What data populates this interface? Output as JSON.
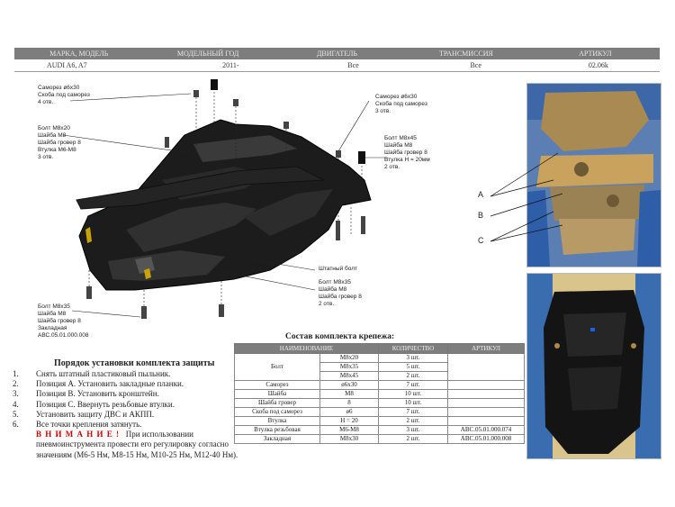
{
  "header": {
    "columns": [
      "МАРКА, МОДЕЛЬ",
      "МОДЕЛЬНЫЙ ГОД",
      "ДВИГАТЕЛЬ",
      "ТРАНСМИССИЯ",
      "АРТИКУЛ"
    ],
    "values": [
      "AUDI  A6, A7",
      "2011-",
      "Все",
      "Все",
      "02.06k"
    ]
  },
  "callouts": {
    "c1": "Саморез ø6х30\nСкоба под саморез\n4 отв.",
    "c2": "Болт М8х20\nШайба М8\nШайба гровер 8\nВтулка М6-М8\n3 отв.",
    "c3": "Саморез ø6х30\nСкоба под саморез\n3 отв.",
    "c4": "Болт М8х45\nШайба М8\nШайба гровер 8\nВтулка Н = 20мм\n2 отв.",
    "c5": "Штатный болт",
    "c6": "Болт М8х35\nШайба М8\nШайба гровер 8\n2 отв.",
    "c7": "Болт М8х35\nШайба М8\nШайба гровер 8\nЗакладная\nАВС.05.01.000.008"
  },
  "photo_letters": [
    "A",
    "B",
    "C"
  ],
  "instructions": {
    "title": "Порядок установки комплекта защиты",
    "steps": [
      {
        "n": "1.",
        "text": "Снять штатный пластиковый пыльник."
      },
      {
        "n": "2.",
        "text": "Позиция А. Установить закладные планки."
      },
      {
        "n": "3.",
        "text": "Позиция В. Установить кронштейн."
      },
      {
        "n": "4.",
        "text": "Позиция С. Ввернуть резьбовые втулки."
      },
      {
        "n": "5.",
        "text": "Установить защиту ДВС и АКПП."
      },
      {
        "n": "6.",
        "text": "Все точки крепления затянуть."
      }
    ],
    "warning_label": "В Н И М А Н И Е !",
    "warning_text": "При использовании",
    "warning_line2": "пневмоинструмента провести его регулировку согласно",
    "warning_line3": "значениям (М6-5 Нм, М8-15 Нм, М10-25 Нм, М12-40 Нм)."
  },
  "fasteners": {
    "title": "Состав комплекта крепежа:",
    "columns": [
      "НАИМЕНОВАНИЕ",
      "КОЛИЧЕСТВО",
      "АРТИКУЛ"
    ],
    "bolt": {
      "name": "Болт",
      "rows": [
        [
          "М8х20",
          "3 шт."
        ],
        [
          "М8х35",
          "5 шт."
        ],
        [
          "М8х45",
          "2 шт."
        ]
      ]
    },
    "rows": [
      [
        "Саморез",
        "ø6х30",
        "7 шт.",
        ""
      ],
      [
        "Шайба",
        "М8",
        "10 шт.",
        ""
      ],
      [
        "Шайба гровер",
        "8",
        "10 шт.",
        ""
      ],
      [
        "Скоба под саморез",
        "ø6",
        "7 шт.",
        ""
      ],
      [
        "Втулка",
        "Н = 20",
        "2 шт.",
        ""
      ],
      [
        "Втулка резьбовая",
        "М6-М8",
        "3 шт.",
        "АВС.05.01.000.074"
      ],
      [
        "Закладная",
        "М8х30",
        "2 шт.",
        "АВС.05.01.000.008"
      ]
    ]
  }
}
